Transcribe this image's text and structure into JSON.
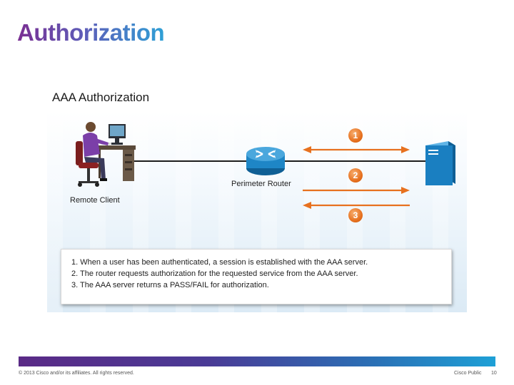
{
  "slide": {
    "title": "Authorization",
    "subtitle": "AAA Authorization",
    "page_number": "10"
  },
  "diagram": {
    "router_label": "Perimeter Router",
    "client_label": "Remote Client",
    "badges": [
      "1",
      "2",
      "3"
    ],
    "steps": [
      "1. When a user has been authenticated, a session is established with the AAA server.",
      "2. The router requests authorization for the requested service from the AAA server.",
      "3. The AAA server returns a PASS/FAIL for authorization."
    ]
  },
  "footer": {
    "copyright": "© 2013 Cisco and/or its affiliates. All rights reserved.",
    "classification": "Cisco Public"
  },
  "colors": {
    "title_gradient_start": "#7a2f92",
    "title_gradient_end": "#2fa0d6",
    "badge": "#e7711f",
    "server": "#1a7fc1",
    "router": "#1e86c6"
  }
}
